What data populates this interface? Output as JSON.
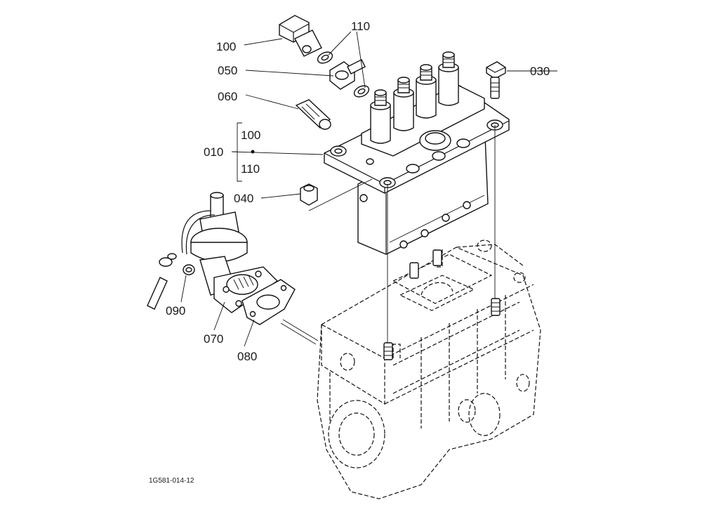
{
  "callouts": [
    {
      "id": "100",
      "text": "100"
    },
    {
      "id": "110",
      "text": "110"
    },
    {
      "id": "050",
      "text": "050"
    },
    {
      "id": "060",
      "text": "060"
    },
    {
      "id": "030",
      "text": "030"
    },
    {
      "id": "010",
      "text": "010"
    },
    {
      "id": "010-sub-100",
      "text": "100"
    },
    {
      "id": "010-sub-110",
      "text": "110"
    },
    {
      "id": "040",
      "text": "040"
    },
    {
      "id": "090",
      "text": "090"
    },
    {
      "id": "070",
      "text": "070"
    },
    {
      "id": "080",
      "text": "080"
    }
  ],
  "drawing_code": "1G581-014-12"
}
